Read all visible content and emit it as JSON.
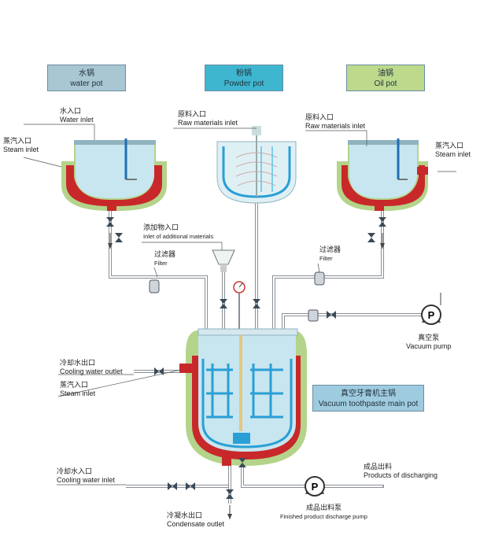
{
  "boxes": {
    "water_pot": {
      "zh": "水锅",
      "en": "water pot",
      "color": "#a9c6d3"
    },
    "powder_pot": {
      "zh": "粉锅",
      "en": "Powder pot",
      "color": "#3fb6d0"
    },
    "oil_pot": {
      "zh": "油锅",
      "en": "Oil pot",
      "color": "#bcd98c"
    },
    "main_pot": {
      "zh": "真空牙膏机主锅",
      "en": "Vacuum toothpaste main pot",
      "color": "#9fcbe0"
    }
  },
  "labels": {
    "water_inlet": {
      "zh": "水入口",
      "en": "Water inlet"
    },
    "steam_inlet_left": {
      "zh": "蒸汽入口",
      "en": "Steam inlet"
    },
    "raw_inlet_mid": {
      "zh": "原料入口",
      "en": "Raw materials inlet"
    },
    "raw_inlet_right": {
      "zh": "原料入口",
      "en": "Raw materials inlet"
    },
    "steam_inlet_right": {
      "zh": "蒸汽入口",
      "en": "Steam inlet"
    },
    "additional_inlet": {
      "zh": "添加物入口",
      "en": "Inlet of additional materials"
    },
    "filter_left": {
      "zh": "过滤器",
      "en": "Filter"
    },
    "filter_right": {
      "zh": "过滤器",
      "en": "Filter"
    },
    "vacuum_pump": {
      "zh": "真空泵",
      "en": "Vacuum pump"
    },
    "cooling_outlet": {
      "zh": "冷却水出口",
      "en": "Cooling water outlet"
    },
    "steam_inlet_main": {
      "zh": "蒸汽入口",
      "en": "Steam inlet"
    },
    "cooling_inlet": {
      "zh": "冷却水入口",
      "en": "Cooling water inlet"
    },
    "condensate_outlet": {
      "zh": "冷凝水出口",
      "en": "Condensate outlet"
    },
    "products_discharging": {
      "zh": "成品出料",
      "en": "Products of discharging"
    },
    "discharge_pump": {
      "zh": "成品出料泵",
      "en": "Finished product discharge pump"
    }
  },
  "pump_symbol": "P",
  "colors": {
    "liquid": "#c8e6ef",
    "jacket": "#c8282a",
    "insulation": "#b3d48a",
    "pipe": "#8a8f94",
    "vessel": "#dff0f5"
  }
}
